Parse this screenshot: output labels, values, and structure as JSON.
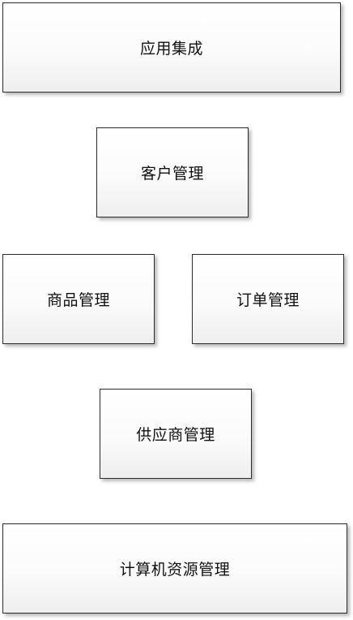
{
  "diagram": {
    "boxes": {
      "app_integration": "应用集成",
      "customer_management": "客户管理",
      "product_management": "商品管理",
      "order_management": "订单管理",
      "supplier_management": "供应商管理",
      "computing_resource_management": "计算机资源管理"
    }
  }
}
